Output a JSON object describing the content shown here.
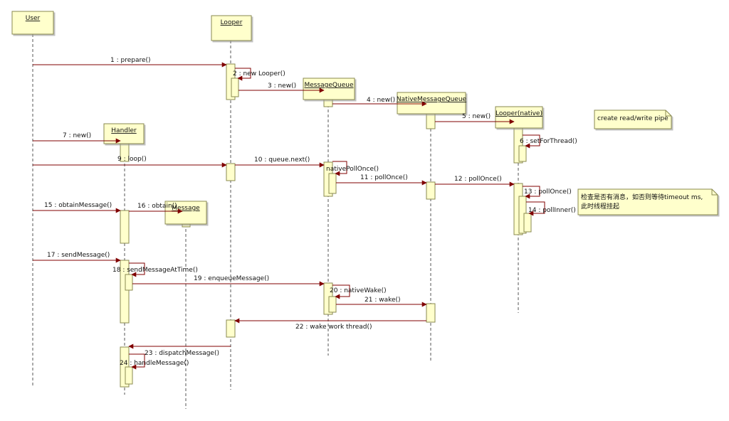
{
  "objects": [
    {
      "id": "user",
      "label": "User"
    },
    {
      "id": "looper",
      "label": "Looper"
    },
    {
      "id": "mq",
      "label": "MessageQueue"
    },
    {
      "id": "nmq",
      "label": "NativeMessageQueue"
    },
    {
      "id": "handler",
      "label": "Handler"
    },
    {
      "id": "message",
      "label": "Message"
    },
    {
      "id": "lnative",
      "label": "Looper(native)"
    }
  ],
  "messages": [
    {
      "id": "m1",
      "label": "1 : prepare()"
    },
    {
      "id": "m2",
      "label": "2 : new Looper()"
    },
    {
      "id": "m3",
      "label": "3 : new()"
    },
    {
      "id": "m4",
      "label": "4 : new()"
    },
    {
      "id": "m5",
      "label": "5 : new()"
    },
    {
      "id": "m6",
      "label": "6 : setForThread()"
    },
    {
      "id": "m7",
      "label": "7 : new()"
    },
    {
      "id": "m9",
      "label": "9 : loop()"
    },
    {
      "id": "m10",
      "label": "10 : queue.next()"
    },
    {
      "id": "m10b",
      "label": "nativePollOnce()"
    },
    {
      "id": "m11",
      "label": "11 : pollOnce()"
    },
    {
      "id": "m12",
      "label": "12 : pollOnce()"
    },
    {
      "id": "m13",
      "label": "13 : pollOnce()"
    },
    {
      "id": "m14",
      "label": "14 : pollInner()"
    },
    {
      "id": "m15",
      "label": "15 : obtainMessage()"
    },
    {
      "id": "m16",
      "label": "16 : obtain()"
    },
    {
      "id": "m17",
      "label": "17 : sendMessage()"
    },
    {
      "id": "m18",
      "label": "18 : sendMessageAtTime()"
    },
    {
      "id": "m19",
      "label": "19 : enqueueMessage()"
    },
    {
      "id": "m20",
      "label": "20 : nativeWake()"
    },
    {
      "id": "m21",
      "label": "21 : wake()"
    },
    {
      "id": "m22",
      "label": "22 : wake work thread()"
    },
    {
      "id": "m23",
      "label": "23 : dispatchMessage()"
    },
    {
      "id": "m24",
      "label": "24 : handleMessage()"
    }
  ],
  "notes": [
    {
      "id": "note1",
      "lines": [
        "create read/write pipe"
      ]
    },
    {
      "id": "note2",
      "lines": [
        "检查是否有消息，如否则等待timeout ms,",
        "此时线程挂起"
      ]
    }
  ],
  "colors": {
    "object_fill": "#ffffcc",
    "object_border": "#8a8a50",
    "activation_fill": "#ffffcc",
    "arrow": "#800000",
    "lifeline": "#555555"
  }
}
